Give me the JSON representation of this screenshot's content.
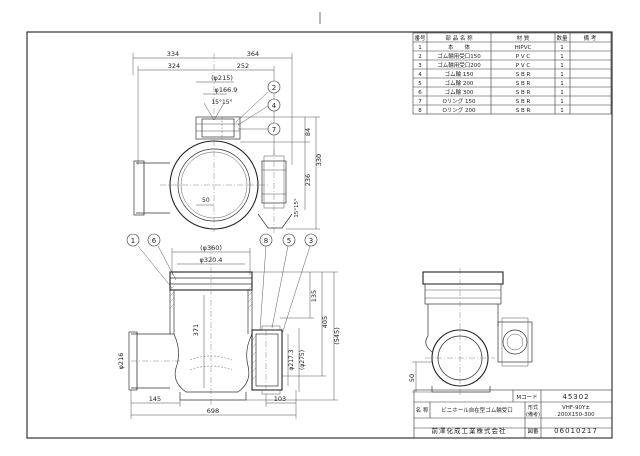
{
  "parts_table": {
    "headers": [
      "番号",
      "部 品 名 称",
      "材 質",
      "数量",
      "備 考"
    ],
    "rows": [
      [
        "1",
        "本　　体",
        "HIPVC",
        "1",
        ""
      ],
      [
        "2",
        "ゴム輪用受口150",
        "P V C",
        "1",
        ""
      ],
      [
        "3",
        "ゴム輪用受口200",
        "P V C",
        "1",
        ""
      ],
      [
        "4",
        "ゴム輪 150",
        "S B R",
        "1",
        ""
      ],
      [
        "5",
        "ゴム輪 200",
        "S B R",
        "1",
        ""
      ],
      [
        "6",
        "ゴム輪 300",
        "S B R",
        "1",
        ""
      ],
      [
        "7",
        "Oリング 150",
        "S B R",
        "1",
        ""
      ],
      [
        "8",
        "Oリング 200",
        "S B R",
        "1",
        ""
      ]
    ]
  },
  "title_block": {
    "m_code_label": "Mコード",
    "m_code_value": "45302",
    "name_label": "名 称",
    "name_value": "ビニホール自在型ゴム輪受口",
    "model_label_1": "形式",
    "model_label_2": "(備考)",
    "model_value_1": "VHF-90Y±",
    "model_value_2": "200X150-300",
    "company": "前澤化成工業株式会社",
    "drawing_no_label": "図番",
    "drawing_no_value": "06010217"
  },
  "plan_view": {
    "dims": {
      "d334": "334",
      "d364": "364",
      "d324": "324",
      "d252": "252",
      "d215": "(φ215)",
      "d166": "φ166.9",
      "angle": "15°15°",
      "d84": "84",
      "d330": "330",
      "d236": "236",
      "d50": "50",
      "d15": "15°15°"
    },
    "balloons": [
      "2",
      "4",
      "7"
    ]
  },
  "section_view": {
    "dims": {
      "d360": "(φ360)",
      "d320": "φ320.4",
      "d135": "135",
      "d405": "405",
      "d545": "(545)",
      "d371": "371",
      "d216": "φ216",
      "d217": "φ217.3",
      "d275": "(φ275)",
      "d145": "145",
      "d103": "103",
      "d698": "698"
    },
    "balloons": [
      "1",
      "6",
      "8",
      "5",
      "3"
    ]
  },
  "side_view": {
    "dims": {
      "d50": "50"
    }
  }
}
